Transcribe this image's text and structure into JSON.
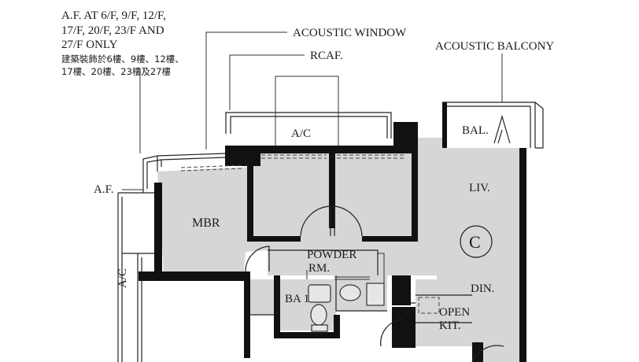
{
  "notes": {
    "af_note_en": [
      "A.F. AT 6/F, 9/F, 12/F,",
      "17/F, 20/F, 23/F AND",
      "27/F ONLY"
    ],
    "af_note_zh": [
      "建築裝飾於6樓、9樓、12樓、",
      "17樓、20樓、23樓及27樓"
    ]
  },
  "callouts": {
    "acoustic_window": "ACOUSTIC WINDOW",
    "rcaf": "RCAF.",
    "acoustic_balcony": "ACOUSTIC BALCONY",
    "af": "A.F."
  },
  "rooms": {
    "ac_top": "A/C",
    "ac_left": "A/C",
    "mbr": "MBR",
    "bal": "BAL.",
    "liv": "LIV.",
    "unit_marker": "C",
    "powder": "POWDER",
    "powder_rm": "RM.",
    "ba1": "BA 1",
    "din": "DIN.",
    "open": "OPEN",
    "kit": "KIT."
  },
  "colors": {
    "wall": "#111111",
    "room_fill": "#d6d6d6",
    "line": "#222222",
    "background": "#ffffff"
  }
}
